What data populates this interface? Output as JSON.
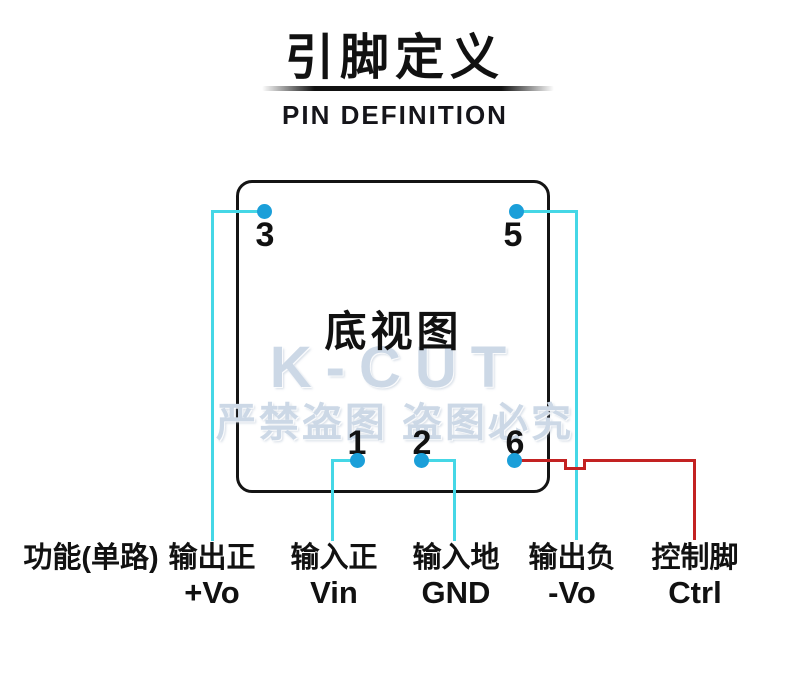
{
  "header": {
    "title_cn": "引脚定义",
    "title_en": "PIN DEFINITION"
  },
  "diagram": {
    "view_label": "底视图",
    "pins": {
      "pin1": "1",
      "pin2": "2",
      "pin3": "3",
      "pin5": "5",
      "pin6": "6"
    }
  },
  "watermark": {
    "logo": "K-CUT",
    "warning": "严禁盗图 盗图必究"
  },
  "legend": [
    {
      "cn": "功能(单路)",
      "en": ""
    },
    {
      "cn": "输出正",
      "en": "+Vo"
    },
    {
      "cn": "输入正",
      "en": "Vin"
    },
    {
      "cn": "输入地",
      "en": "GND"
    },
    {
      "cn": "输出负",
      "en": "-Vo"
    },
    {
      "cn": "控制脚",
      "en": "Ctrl"
    }
  ],
  "colors": {
    "pin_dot": "#1b9fd9",
    "wire": "#45d7e6",
    "control_wire": "#c32222",
    "ink": "#111111",
    "watermark": "#ccd8e6"
  }
}
